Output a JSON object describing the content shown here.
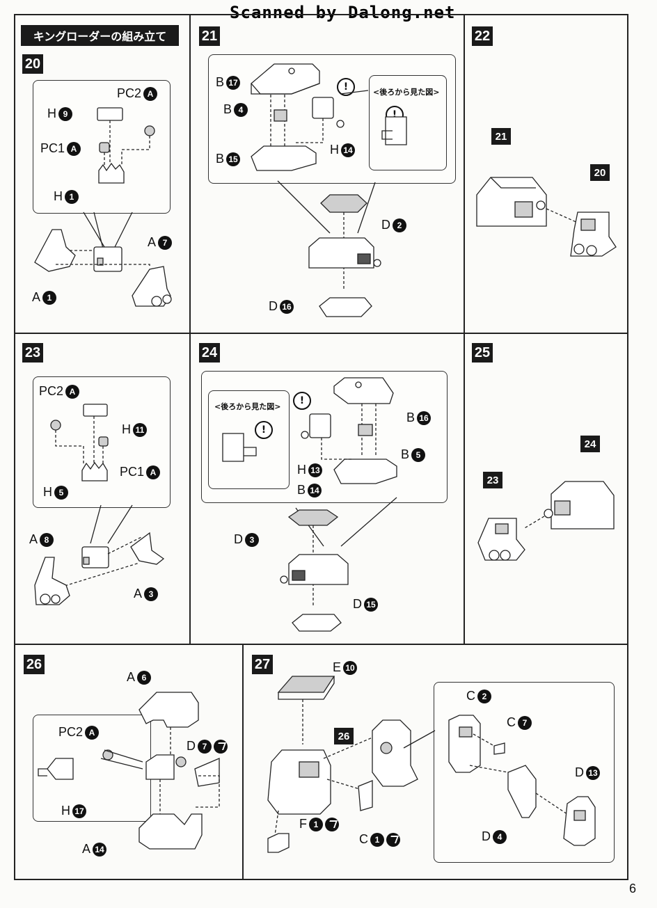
{
  "watermark": "Scanned by Dalong.net",
  "section_title": "キングローダーの組み立て",
  "page_number": "6",
  "back_view_label": "<後ろから見た図>",
  "caution_glyph": "!",
  "steps": {
    "s20": {
      "number": "20",
      "labels": {
        "pc2": "PC2",
        "pc2_tag": "A",
        "h9": "H",
        "h9_num": "9",
        "pc1": "PC1",
        "pc1_tag": "A",
        "h1": "H",
        "h1_num": "1",
        "a7": "A",
        "a7_num": "7",
        "a1": "A",
        "a1_num": "1"
      }
    },
    "s21": {
      "number": "21",
      "labels": {
        "b17": "B",
        "b17_num": "17",
        "b4": "B",
        "b4_num": "4",
        "b15": "B",
        "b15_num": "15",
        "h14": "H",
        "h14_num": "14",
        "d2": "D",
        "d2_num": "2",
        "d16": "D",
        "d16_num": "16"
      }
    },
    "s22": {
      "number": "22",
      "ref_a": "21",
      "ref_b": "20"
    },
    "s23": {
      "number": "23",
      "labels": {
        "pc2": "PC2",
        "pc2_tag": "A",
        "h11": "H",
        "h11_num": "11",
        "pc1": "PC1",
        "pc1_tag": "A",
        "h5": "H",
        "h5_num": "5",
        "a8": "A",
        "a8_num": "8",
        "a3": "A",
        "a3_num": "3"
      }
    },
    "s24": {
      "number": "24",
      "labels": {
        "b16": "B",
        "b16_num": "16",
        "b5": "B",
        "b5_num": "5",
        "h13": "H",
        "h13_num": "13",
        "b14": "B",
        "b14_num": "14",
        "d3": "D",
        "d3_num": "3",
        "d15": "D",
        "d15_num": "15"
      }
    },
    "s25": {
      "number": "25",
      "ref_a": "24",
      "ref_b": "23"
    },
    "s26": {
      "number": "26",
      "labels": {
        "a6": "A",
        "a6_num": "6",
        "pc2": "PC2",
        "pc2_tag": "A",
        "d7": "D",
        "d7_num": "7",
        "h17": "H",
        "h17_num": "17",
        "a14": "A",
        "a14_num": "14"
      }
    },
    "s27": {
      "number": "27",
      "ref": "26",
      "labels": {
        "e10": "E",
        "e10_num": "10",
        "c2": "C",
        "c2_num": "2",
        "c7": "C",
        "c7_num": "7",
        "d13": "D",
        "d13_num": "13",
        "d4": "D",
        "d4_num": "4",
        "f1": "F",
        "f1_num": "1",
        "c1": "C",
        "c1_num": "1"
      }
    }
  }
}
